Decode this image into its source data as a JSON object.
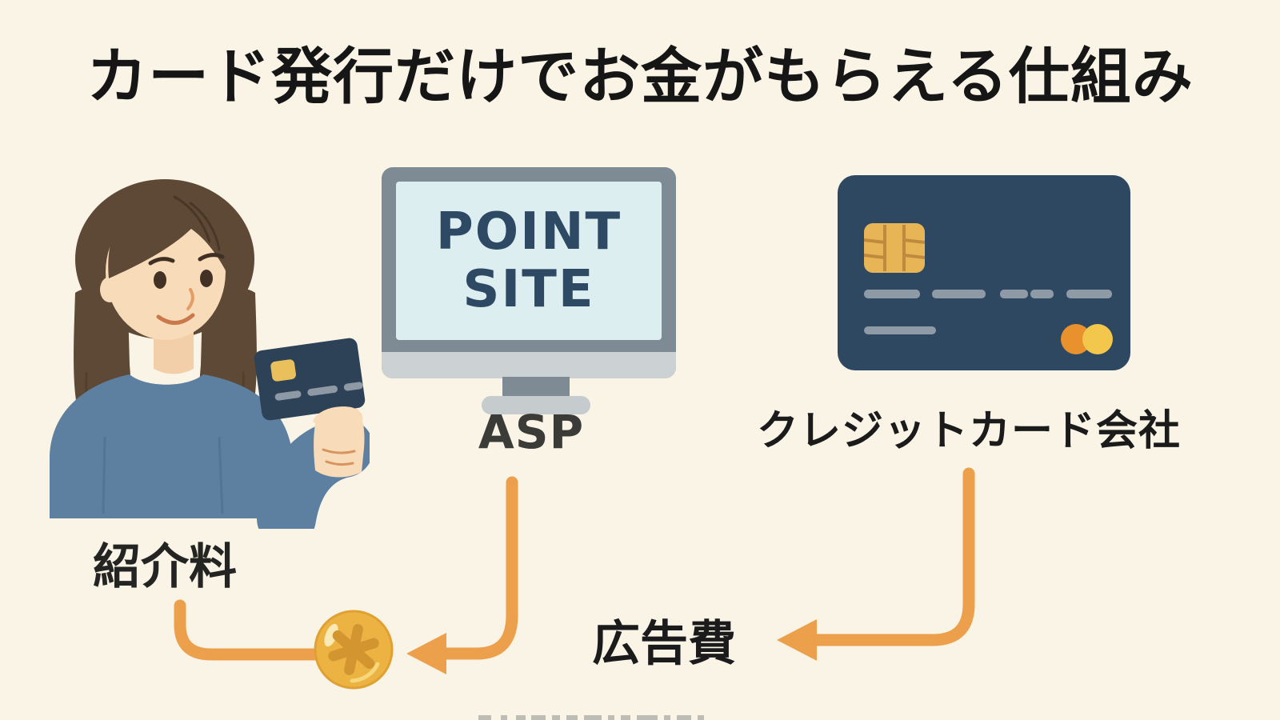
{
  "title": "カード発行だけでお金がもらえる仕組み",
  "monitor": {
    "screen_line1": "POINT",
    "screen_line2": "SITE",
    "caption": "ASP"
  },
  "card_company": {
    "caption": "クレジットカード会社"
  },
  "flows": {
    "referral_fee": "紹介料",
    "advertising_fee": "広告費"
  },
  "icons": {
    "coin": "yen-coin",
    "woman": "woman-holding-credit-card",
    "monitor": "desktop-monitor",
    "big_card": "credit-card"
  },
  "colors": {
    "background": "#FAF4E7",
    "arrow_orange": "#EDA04B",
    "card_navy": "#2E4862",
    "coin_gold": "#ECB343",
    "coin_symbol": "#D2952F",
    "monitor_frame": "#7E8A94",
    "screen_blue": "#DCEEF0",
    "screen_text": "#2E4963",
    "sweater_blue": "#5D80A0",
    "hair_brown": "#5D4936",
    "skin": "#F8DCBA",
    "text_black": "#1B1B1B"
  }
}
